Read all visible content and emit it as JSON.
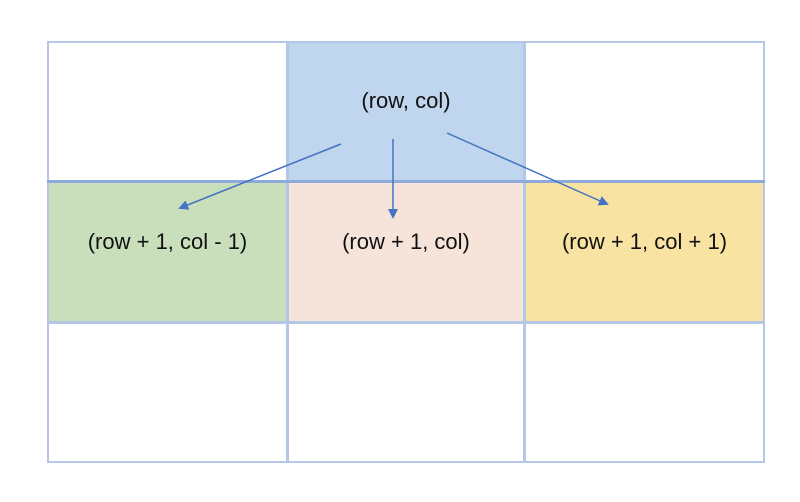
{
  "colors": {
    "line": "#b4c7e7",
    "divider": "#8eaadb",
    "arrow": "#4472c4",
    "current": "#c0d5ee",
    "down_left": "#c9dfbb",
    "down": "#f6e3d9",
    "down_right": "#f8e3a2",
    "empty": "#ffffff"
  },
  "cells": {
    "current": "(row, col)",
    "down_left": "(row + 1, col - 1)",
    "down": "(row + 1, col)",
    "down_right": "(row + 1, col + 1)"
  }
}
